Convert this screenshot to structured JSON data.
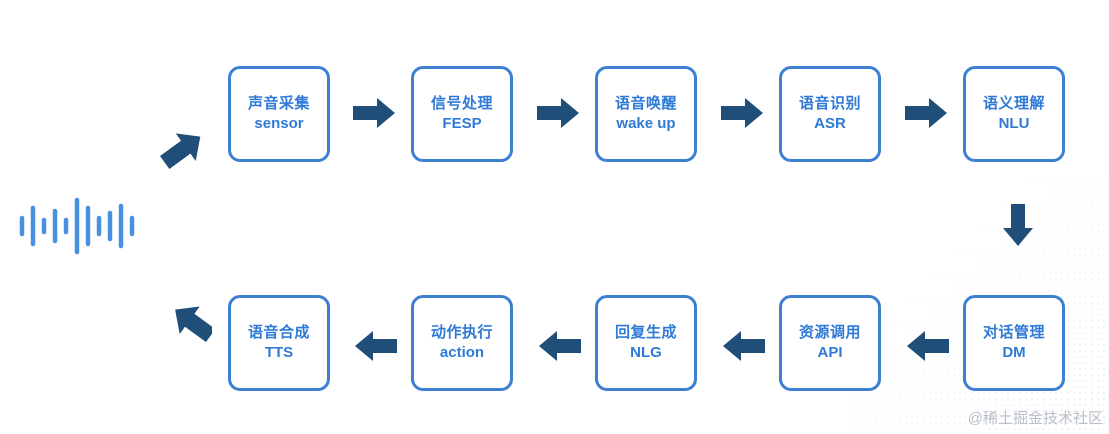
{
  "steps_top": [
    {
      "zh": "声音采集",
      "en": "sensor"
    },
    {
      "zh": "信号处理",
      "en": "FESP"
    },
    {
      "zh": "语音唤醒",
      "en": "wake up"
    },
    {
      "zh": "语音识别",
      "en": "ASR"
    },
    {
      "zh": "语义理解",
      "en": "NLU"
    }
  ],
  "steps_bottom": [
    {
      "zh": "语音合成",
      "en": "TTS"
    },
    {
      "zh": "动作执行",
      "en": "action"
    },
    {
      "zh": "回复生成",
      "en": "NLG"
    },
    {
      "zh": "资源调用",
      "en": "API"
    },
    {
      "zh": "对话管理",
      "en": "DM"
    }
  ],
  "watermark": "@稀土掘金技术社区",
  "colors": {
    "box_border": "#3d7fd1",
    "box_text": "#2f7ad6",
    "arrow": "#1f4e79",
    "wave": "#4a90e2"
  }
}
